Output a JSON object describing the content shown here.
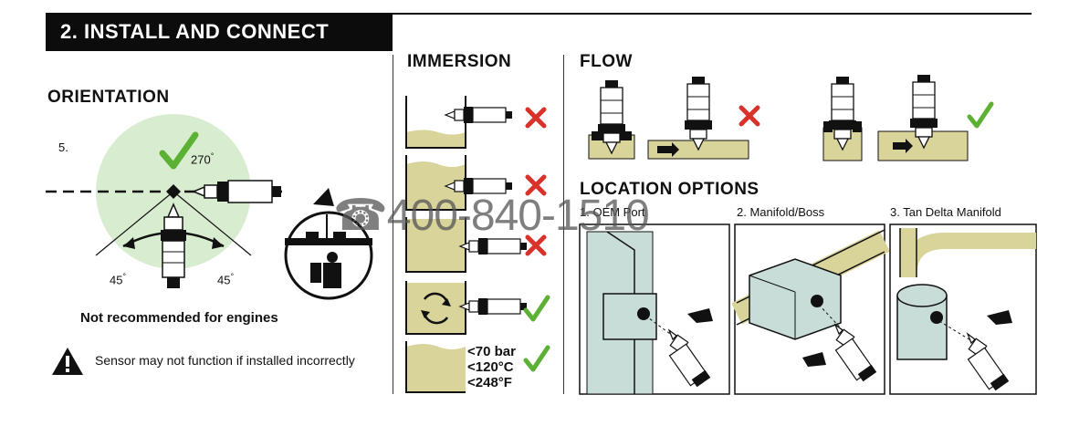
{
  "section": {
    "title": "2. INSTALL AND CONNECT"
  },
  "orientation": {
    "heading": "ORIENTATION",
    "step": "5.",
    "angle_top": "270",
    "angle_left": "45",
    "angle_right": "45",
    "degree_mark": "°",
    "note": "Not recommended for engines",
    "warning": "Sensor may not function if installed incorrectly"
  },
  "immersion": {
    "heading": "IMMERSION",
    "limits": [
      "<70 bar",
      "<120°C",
      "<248°F"
    ]
  },
  "flow": {
    "heading": "FLOW"
  },
  "location": {
    "heading": "LOCATION OPTIONS",
    "options": [
      "1. OEM Port",
      "2. Manifold/Boss",
      "3. Tan Delta Manifold"
    ]
  },
  "watermark": {
    "phone": "400-840-1510"
  },
  "colors": {
    "oil": "#d9d49a",
    "ok": "#5cb135",
    "bad": "#d8322b",
    "circle": "#d8edcf",
    "part": "#c8dcd8"
  }
}
